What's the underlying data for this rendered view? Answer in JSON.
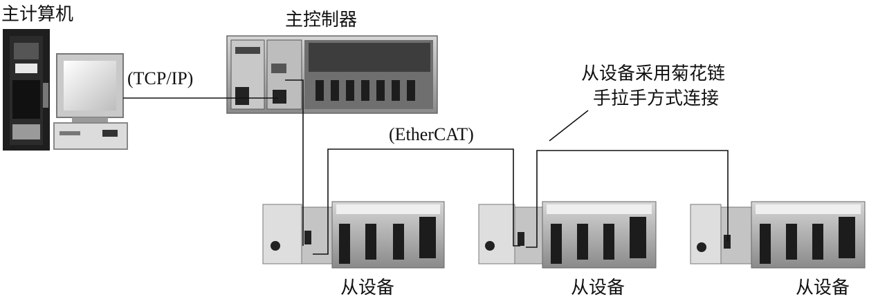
{
  "labels": {
    "host_computer": "主计算机",
    "main_controller": "主控制器",
    "tcp_ip": "(TCP/IP)",
    "ethercat": "(EtherCAT)",
    "annotation_line1": "从设备采用菊花链",
    "annotation_line2": "手拉手方式连接",
    "slave1": "从设备",
    "slave2": "从设备",
    "slave3": "从设备"
  }
}
